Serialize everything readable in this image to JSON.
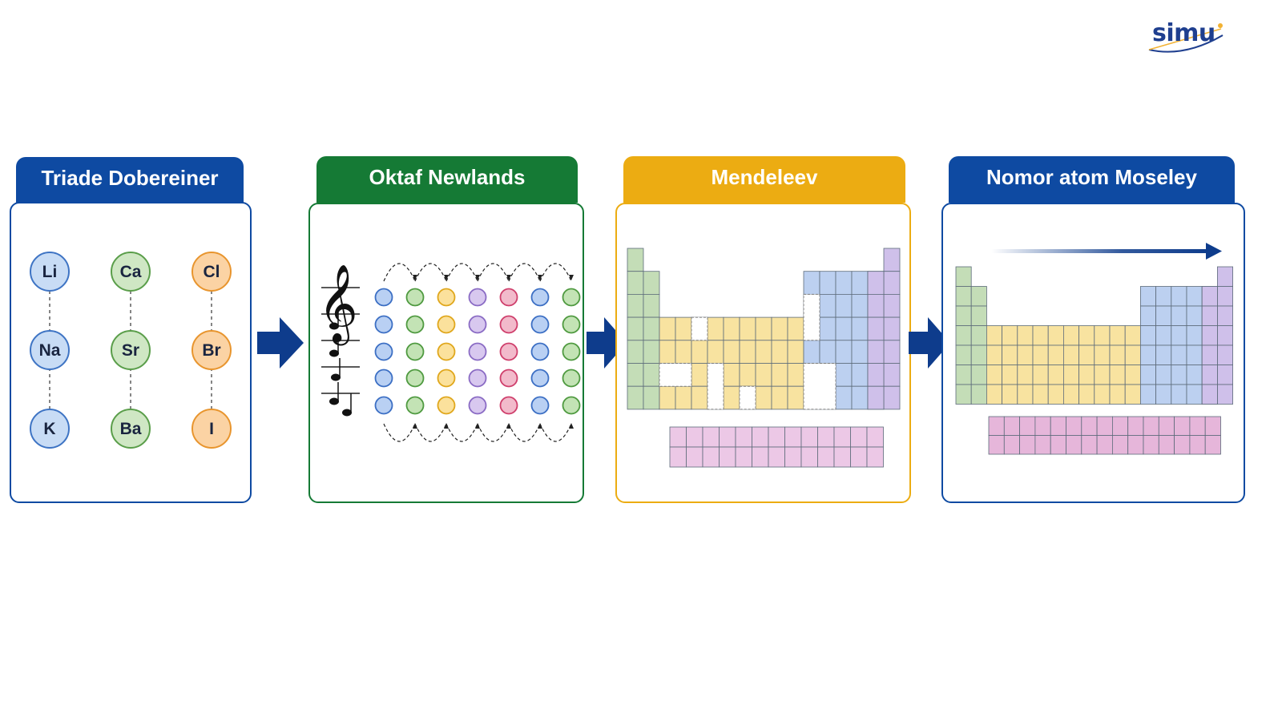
{
  "logo": {
    "text": "simu"
  },
  "colors": {
    "dobereiner": "#0e4aa2",
    "newlands": "#157a35",
    "mendeleev": "#ecac12",
    "moseley": "#0e4aa2",
    "arrow": "#0e3c8c"
  },
  "panels": [
    {
      "title": "Triade Dobereiner"
    },
    {
      "title": "Oktaf Newlands"
    },
    {
      "title": "Mendeleev"
    },
    {
      "title": "Nomor atom Moseley"
    }
  ],
  "triads": [
    {
      "elements": [
        "Li",
        "Na",
        "K"
      ],
      "fill": "#c8dcf5",
      "stroke": "#3e74c4"
    },
    {
      "elements": [
        "Ca",
        "Sr",
        "Ba"
      ],
      "fill": "#cfe7c4",
      "stroke": "#5a9e4a"
    },
    {
      "elements": [
        "Cl",
        "Br",
        "I"
      ],
      "fill": "#fbd3a4",
      "stroke": "#e8952e"
    }
  ],
  "octave_columns": [
    {
      "fill": "#b9d0f3",
      "stroke": "#3c6fc4"
    },
    {
      "fill": "#c3e3b5",
      "stroke": "#4f9a40"
    },
    {
      "fill": "#fbe19c",
      "stroke": "#e0a71c"
    },
    {
      "fill": "#d8c8ef",
      "stroke": "#8a6bc4"
    },
    {
      "fill": "#f2bacb",
      "stroke": "#cf3f6c"
    },
    {
      "fill": "#b9d0f3",
      "stroke": "#3c6fc4"
    },
    {
      "fill": "#c3e3b5",
      "stroke": "#4f9a40"
    }
  ],
  "table_colors": {
    "s_block": "#c4ddb7",
    "d_block": "#f8e3a0",
    "p_block": "#bcd0f0",
    "noble": "#cfc0ea",
    "f_block": "#ecc8e6",
    "f_block_moseley": "#e6b6da"
  }
}
